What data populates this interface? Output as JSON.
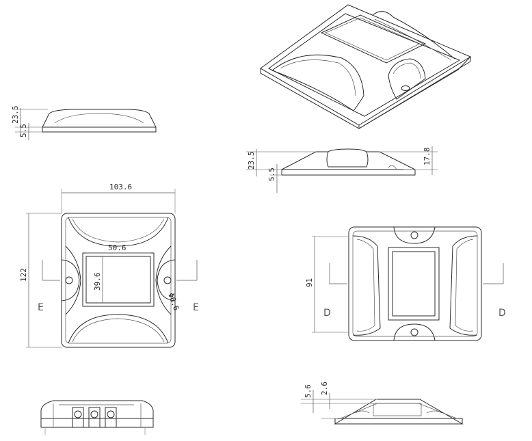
{
  "drawing": {
    "dims": {
      "width_top": "103.6",
      "height_left": "122",
      "window_width": "50.6",
      "window_height": "39.6",
      "hole_diameter": "Φ6.6",
      "side_total_h": "23.5",
      "side_base_h": "5.5",
      "front_total_h": "23.5",
      "front_base_h": "5.5",
      "front_right_h": "17.8",
      "view2_height": "91",
      "bottom_h1": "5.6",
      "bottom_h2": "2.6"
    },
    "section_marks": {
      "e_left": "E",
      "e_right": "E",
      "d_left": "D",
      "d_right": "D"
    }
  }
}
